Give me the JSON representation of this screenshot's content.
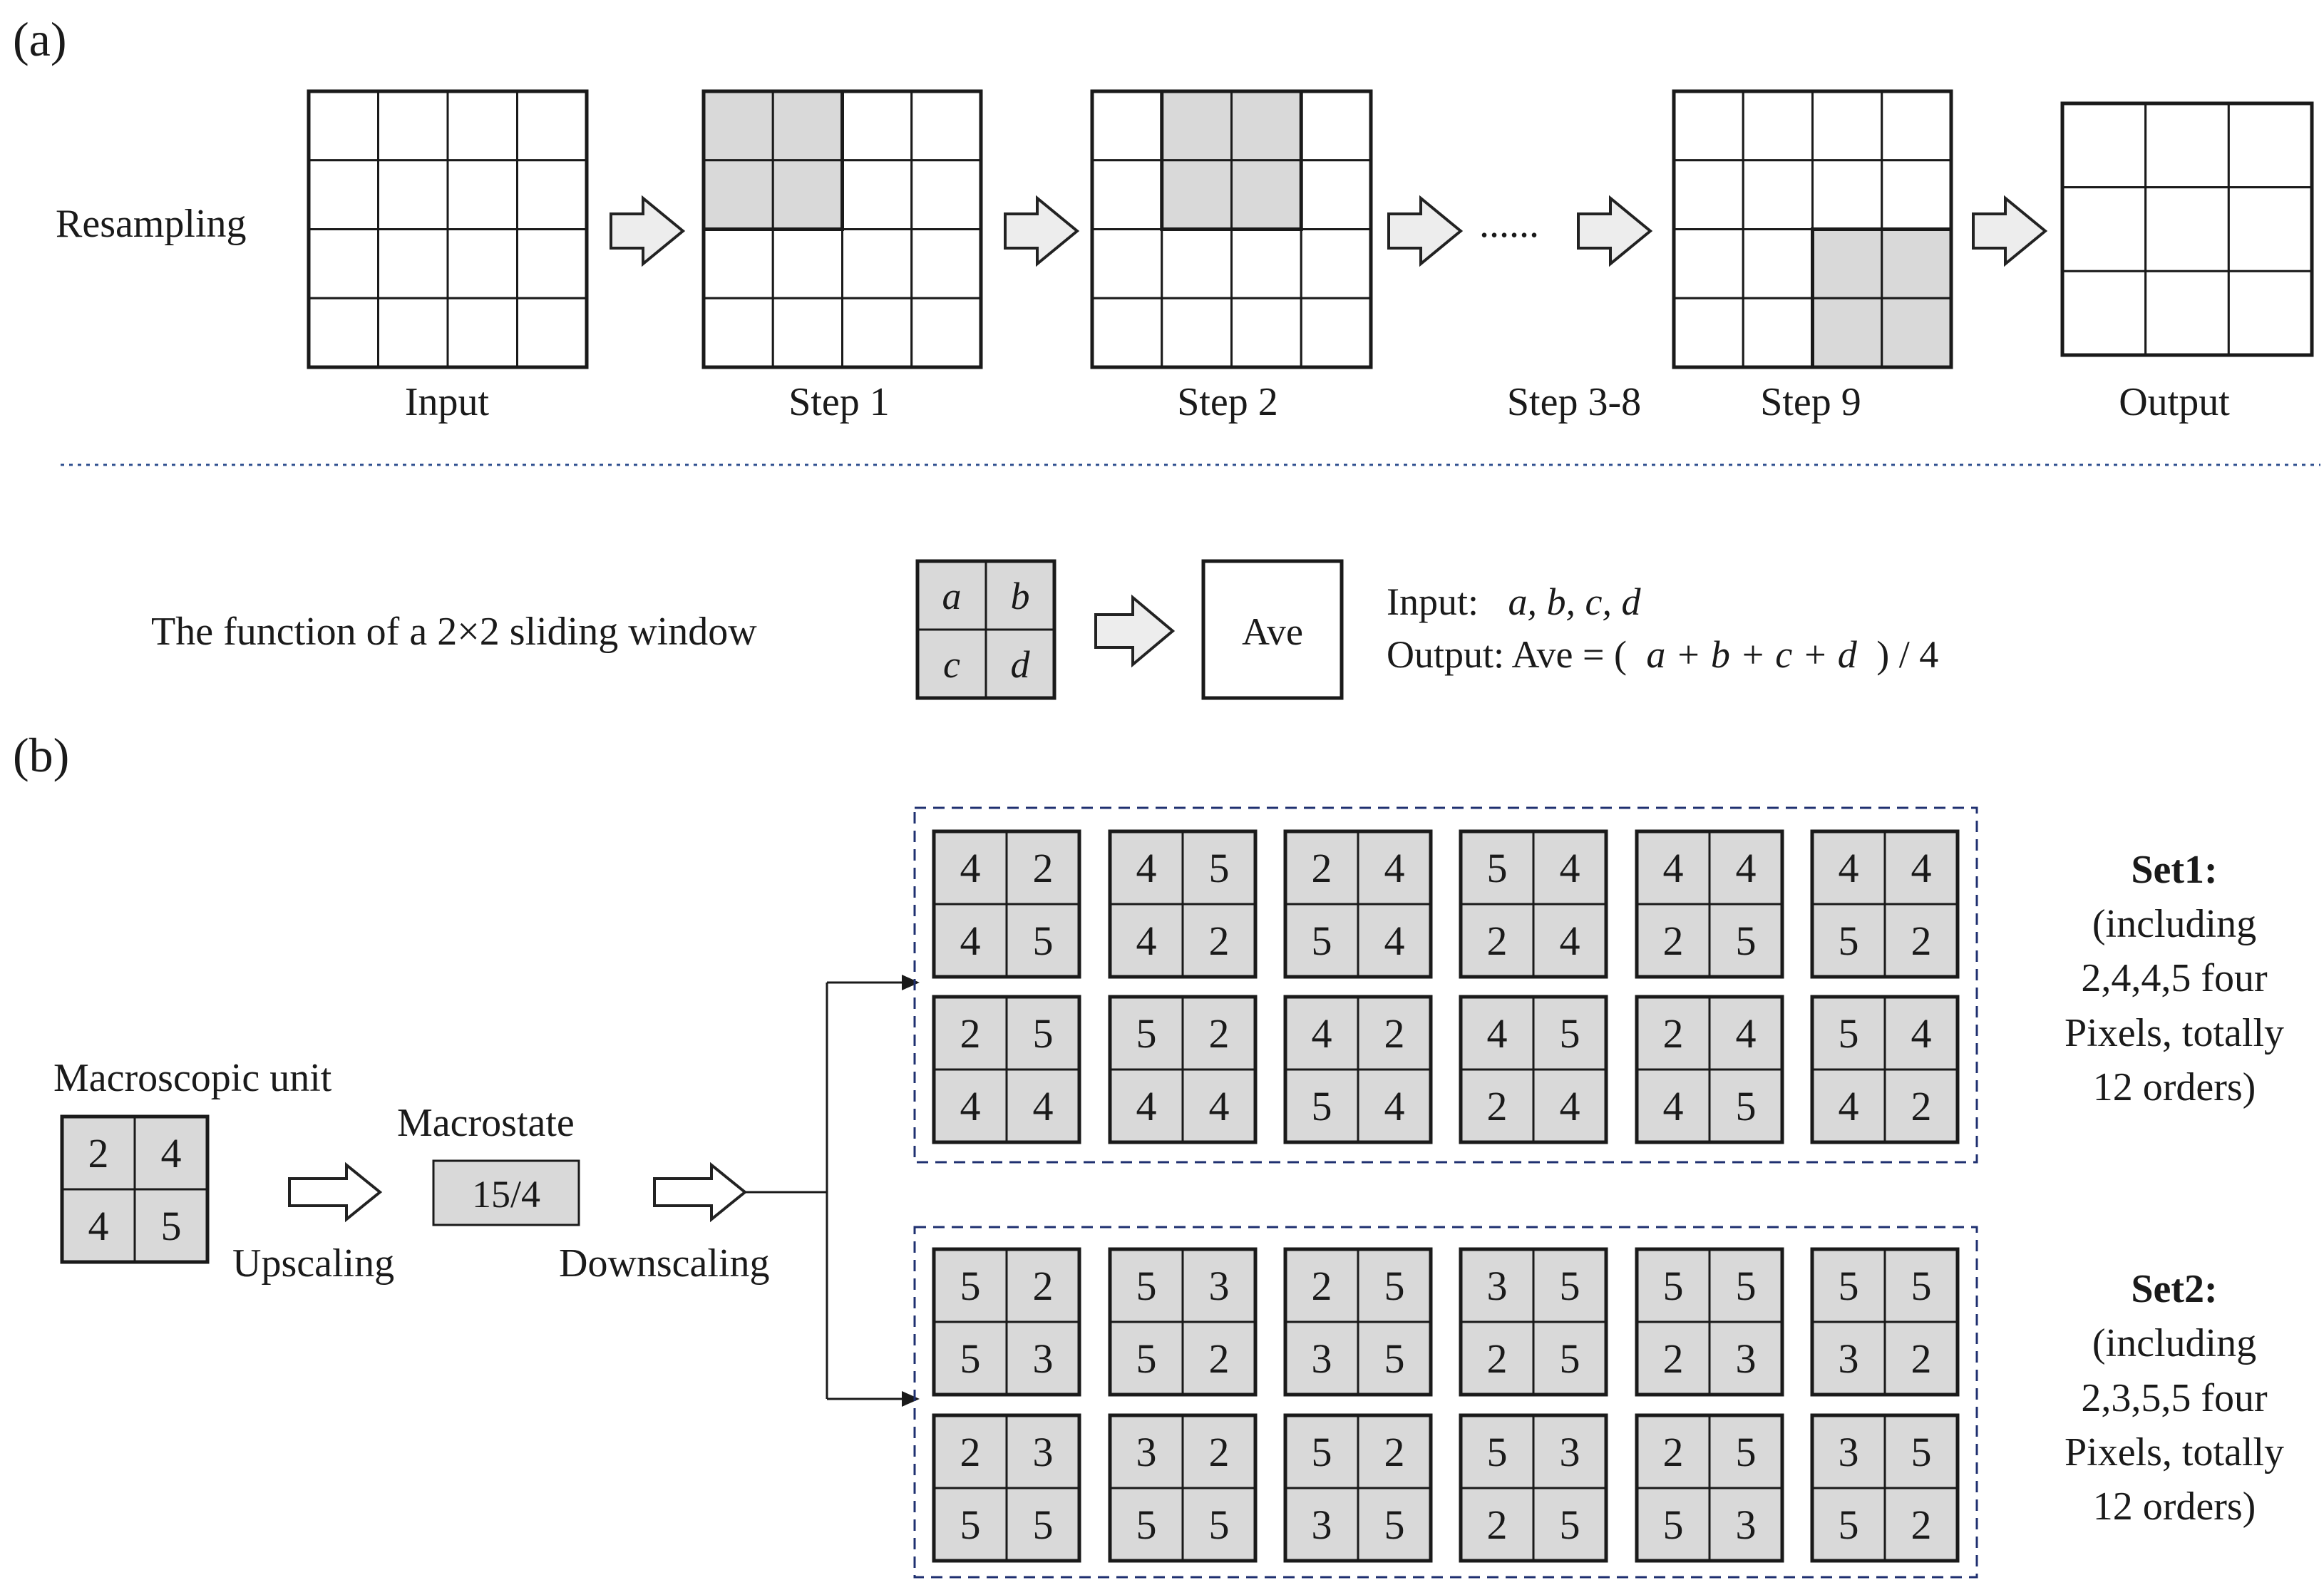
{
  "panel_a": {
    "label": "(a)",
    "row_label": "Resampling",
    "steps": [
      {
        "caption": "Input",
        "size": 4,
        "highlight": null
      },
      {
        "caption": "Step 1",
        "size": 4,
        "highlight": [
          0,
          0
        ]
      },
      {
        "caption": "Step 2",
        "size": 4,
        "highlight": [
          0,
          1
        ]
      },
      {
        "caption": "Step 3-8",
        "ellipsis": "......"
      },
      {
        "caption": "Step 9",
        "size": 4,
        "highlight": [
          2,
          2
        ]
      },
      {
        "caption": "Output",
        "size": 3,
        "highlight": null
      }
    ],
    "window": {
      "description": "The function of a 2×2 sliding window",
      "cells": [
        "a",
        "b",
        "c",
        "d"
      ],
      "result_box": "Ave",
      "input_prefix": "Input:",
      "input_vars": "a, b, c, d",
      "output_prefix": "Output:  Ave = (",
      "output_expr": "a + b + c + d",
      "output_suffix": ") / 4"
    }
  },
  "panel_b": {
    "label": "(b)",
    "macro_unit_label": "Macroscopic unit",
    "macro_unit_values": [
      "2",
      "4",
      "4",
      "5"
    ],
    "macrostate_label": "Macrostate",
    "macrostate_value": "15/4",
    "upscaling_label": "Upscaling",
    "downscaling_label": "Downscaling",
    "accent_color": "#4a1fd8",
    "highlight_color": "#e02020",
    "sets": [
      {
        "title": "Set1:",
        "desc_lines": [
          "(including",
          "2,4,4,5 four",
          "Pixels, totally",
          "12 orders)"
        ],
        "highlight_value": "4",
        "orders": [
          [
            "4",
            "2",
            "4",
            "5"
          ],
          [
            "4",
            "5",
            "4",
            "2"
          ],
          [
            "2",
            "4",
            "5",
            "4"
          ],
          [
            "5",
            "4",
            "2",
            "4"
          ],
          [
            "4",
            "4",
            "2",
            "5"
          ],
          [
            "4",
            "4",
            "5",
            "2"
          ],
          [
            "2",
            "5",
            "4",
            "4"
          ],
          [
            "5",
            "2",
            "4",
            "4"
          ],
          [
            "4",
            "2",
            "5",
            "4"
          ],
          [
            "4",
            "5",
            "2",
            "4"
          ],
          [
            "2",
            "4",
            "4",
            "5"
          ],
          [
            "5",
            "4",
            "4",
            "2"
          ]
        ]
      },
      {
        "title": "Set2:",
        "desc_lines": [
          "(including",
          "2,3,5,5 four",
          "Pixels, totally",
          "12 orders)"
        ],
        "highlight_value": "5",
        "orders": [
          [
            "5",
            "2",
            "5",
            "3"
          ],
          [
            "5",
            "3",
            "5",
            "2"
          ],
          [
            "2",
            "5",
            "3",
            "5"
          ],
          [
            "3",
            "5",
            "2",
            "5"
          ],
          [
            "5",
            "5",
            "2",
            "3"
          ],
          [
            "5",
            "5",
            "3",
            "2"
          ],
          [
            "2",
            "3",
            "5",
            "5"
          ],
          [
            "3",
            "2",
            "5",
            "5"
          ],
          [
            "5",
            "2",
            "3",
            "5"
          ],
          [
            "5",
            "3",
            "2",
            "5"
          ],
          [
            "2",
            "5",
            "5",
            "3"
          ],
          [
            "3",
            "5",
            "5",
            "2"
          ]
        ]
      }
    ]
  }
}
